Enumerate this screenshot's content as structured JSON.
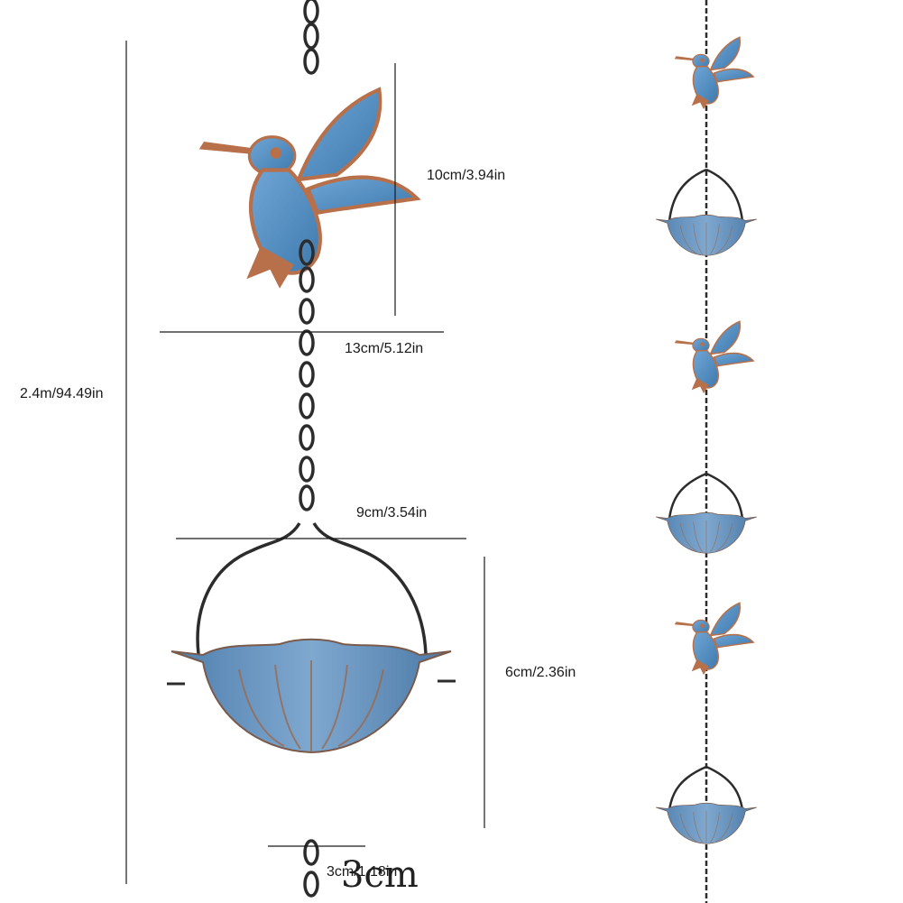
{
  "product_image": {
    "colors": {
      "patina_blue": "#5b8fc0",
      "patina_light": "#8fb8dc",
      "copper": "#b7704a",
      "chain": "#2c2c2c",
      "dimension_line": "#1a1a1a",
      "background": "#ffffff"
    },
    "dimensions": {
      "total_length": "2.4m/94.49in",
      "bird_height": "10cm/3.94in",
      "bird_width": "13cm/5.12in",
      "hanger_width": "9cm/3.54in",
      "cup_height": "6cm/2.36in",
      "bottom_width": "3cm/1.18in",
      "bottom_large_text": "3cm"
    },
    "chain_sequence": [
      "hummingbird",
      "cup",
      "hummingbird",
      "cup",
      "hummingbird",
      "cup"
    ]
  }
}
